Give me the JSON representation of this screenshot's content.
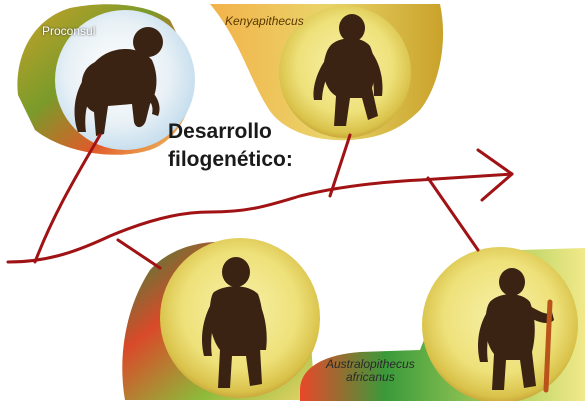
{
  "title_line1": "Desarrollo",
  "title_line2": "filogenético:",
  "species": [
    {
      "name": "Proconsul"
    },
    {
      "name": "Kenyapithecus"
    },
    {
      "name": ""
    },
    {
      "name": "Australopithecus",
      "name2": "africanus"
    }
  ],
  "colors": {
    "branch": "#a01214",
    "circle": "#f2e98a",
    "ape_fur": "#3b2313"
  }
}
